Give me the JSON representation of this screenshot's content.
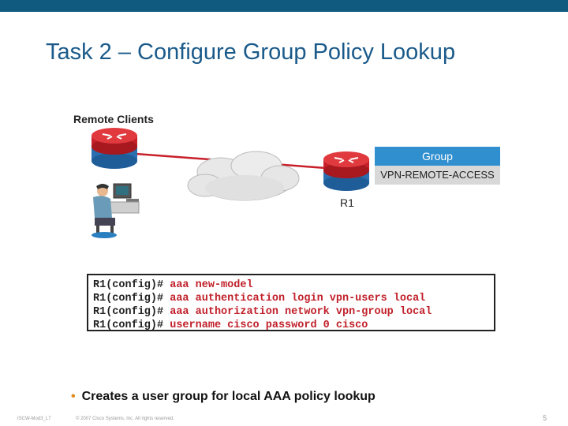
{
  "slide": {
    "title": "Task 2 – Configure Group Policy Lookup",
    "bullet": "Creates a user group for local AAA policy lookup",
    "footer_left": "ISCW-Mod3_L7",
    "footer_center": "© 2007 Cisco Systems, Inc. All rights reserved.",
    "page_number": "5"
  },
  "diagram": {
    "remote_clients_label": "Remote Clients",
    "router_label": "R1",
    "group_header": "Group",
    "group_value": "VPN-REMOTE-ACCESS"
  },
  "cli": [
    {
      "prompt": "R1(config)#",
      "command": "aaa new-model"
    },
    {
      "prompt": "R1(config)#",
      "command": "aaa authentication login vpn-users local"
    },
    {
      "prompt": "R1(config)#",
      "command": "aaa authorization network vpn-group local"
    },
    {
      "prompt": "R1(config)#",
      "command": "username cisco password 0 cisco"
    }
  ],
  "colors": {
    "top_bar": "#0f5a7e",
    "title": "#1a5a8a",
    "router_red": "#c8202a",
    "router_blue": "#2a6fb0",
    "group_header": "#2f8fcf",
    "cli_command": "#c0202a",
    "bullet_dot": "#e08a1e"
  }
}
